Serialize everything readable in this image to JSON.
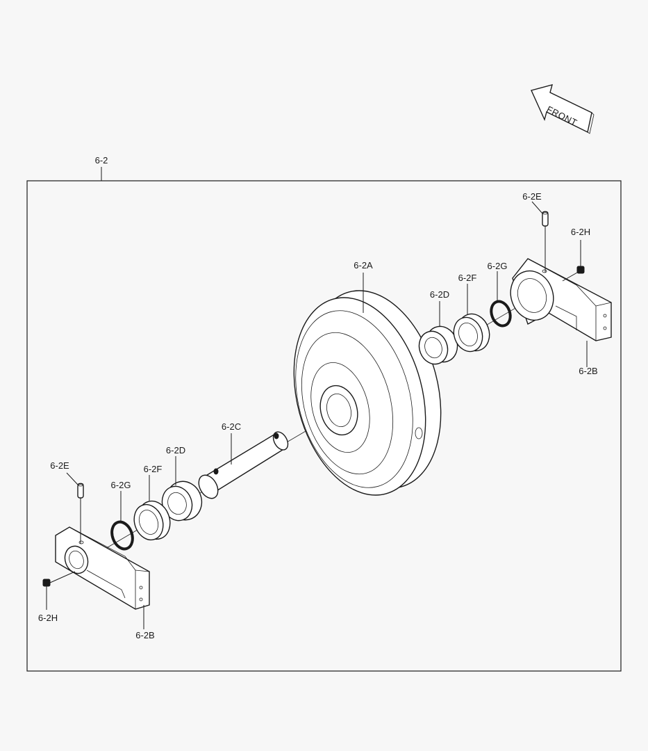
{
  "assembly_label": "6-2",
  "front_label": "FRONT",
  "parts": {
    "idler": "6-2A",
    "bracket_right": "6-2B",
    "bracket_left": "6-2B",
    "shaft": "6-2C",
    "bushing_right": "6-2D",
    "bushing_left": "6-2D",
    "pin_right": "6-2E",
    "pin_left": "6-2E",
    "seal_right": "6-2F",
    "seal_left": "6-2F",
    "oring_right": "6-2G",
    "oring_left": "6-2G",
    "plug_right": "6-2H",
    "plug_left": "6-2H"
  }
}
